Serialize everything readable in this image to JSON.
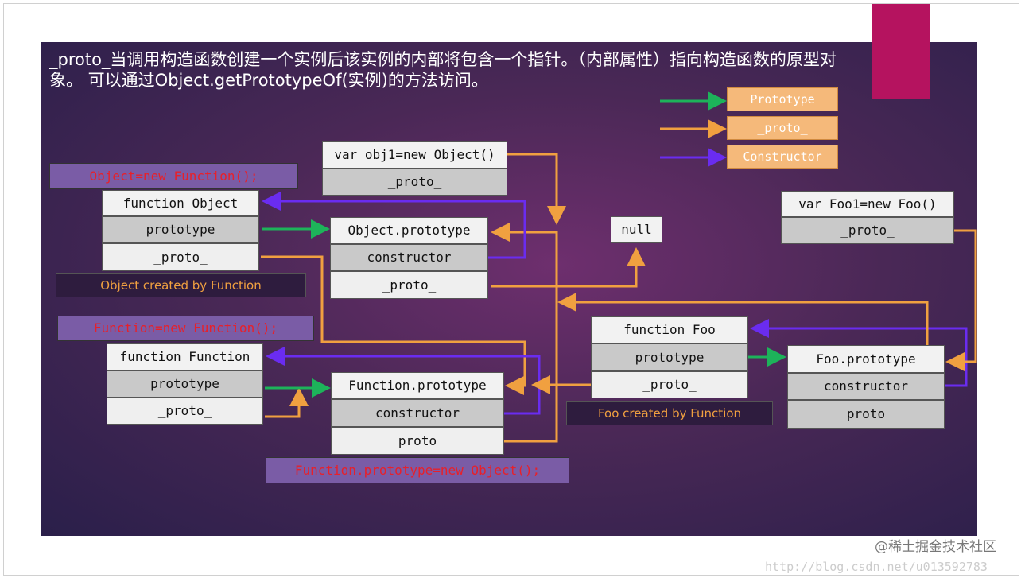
{
  "title": "_proto_当调用构造函数创建一个实例后该实例的内部将包含一个指针。（内部属性）指向构造函数的原型对象。 可以通过Object.getPrototypeOf(实例)的方法访问。",
  "legend": {
    "prototype": "Prototype",
    "proto": "_proto_",
    "constructor": "Constructor",
    "colors": {
      "prototype": "#1db35a",
      "proto": "#f0a040",
      "constructor": "#6a2cf0"
    }
  },
  "obj1": {
    "header": "var obj1=new Object()",
    "proto": "_proto_"
  },
  "object_note": "Object=new Function();",
  "function_object": {
    "header": "function Object",
    "prototype": "prototype",
    "proto": "_proto_"
  },
  "object_created": "Object created by Function",
  "object_prototype": {
    "header": "Object.prototype",
    "constructor": "constructor",
    "proto": "_proto_"
  },
  "null": "null",
  "foo1": {
    "header": "var Foo1=new Foo()",
    "proto": "_proto_"
  },
  "function_note": "Function=new Function();",
  "function_function": {
    "header": "function Function",
    "prototype": "prototype",
    "proto": "_proto_"
  },
  "function_prototype": {
    "header": "Function.prototype",
    "constructor": "constructor",
    "proto": "_proto_"
  },
  "function_prototype_note": "Function.prototype=new Object();",
  "function_foo": {
    "header": "function Foo",
    "prototype": "prototype",
    "proto": "_proto_"
  },
  "foo_created": "Foo created by Function",
  "foo_prototype": {
    "header": "Foo.prototype",
    "constructor": "constructor",
    "proto": "_proto_"
  },
  "watermark": "@稀土掘金技术社区",
  "url": "http://blog.csdn.net/u013592783"
}
